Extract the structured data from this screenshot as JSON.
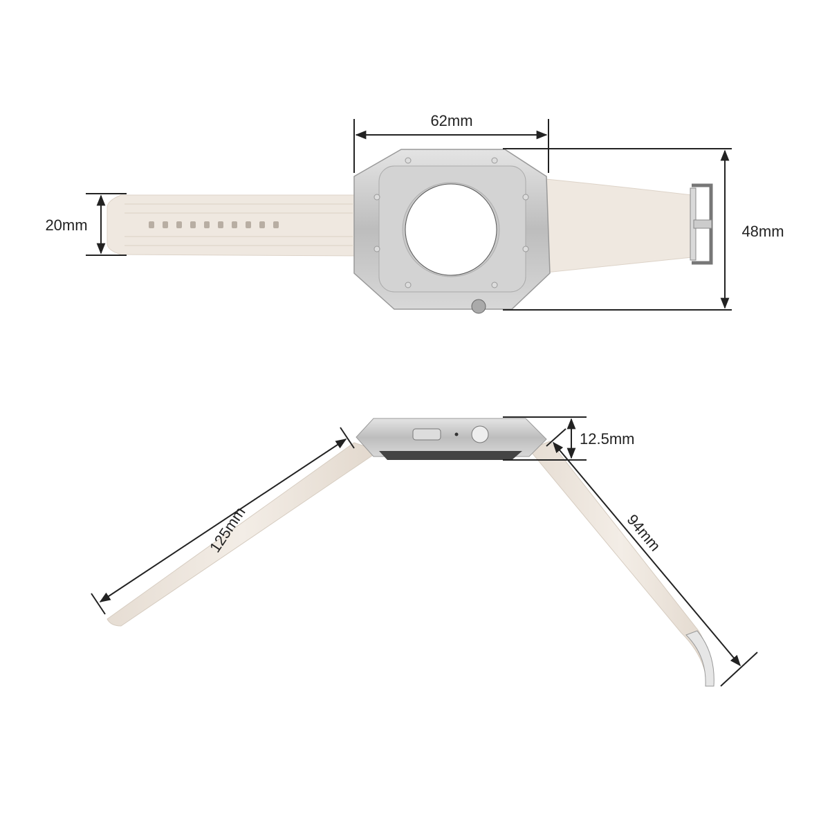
{
  "dimensions": {
    "case_width": "62mm",
    "case_height": "48mm",
    "strap_width": "20mm",
    "case_thickness": "12.5mm",
    "long_strap_length": "125mm",
    "short_strap_length": "94mm"
  },
  "colors": {
    "strap": "#efe8e0",
    "case": "#c9c9c9",
    "dimension_line": "#222222"
  }
}
